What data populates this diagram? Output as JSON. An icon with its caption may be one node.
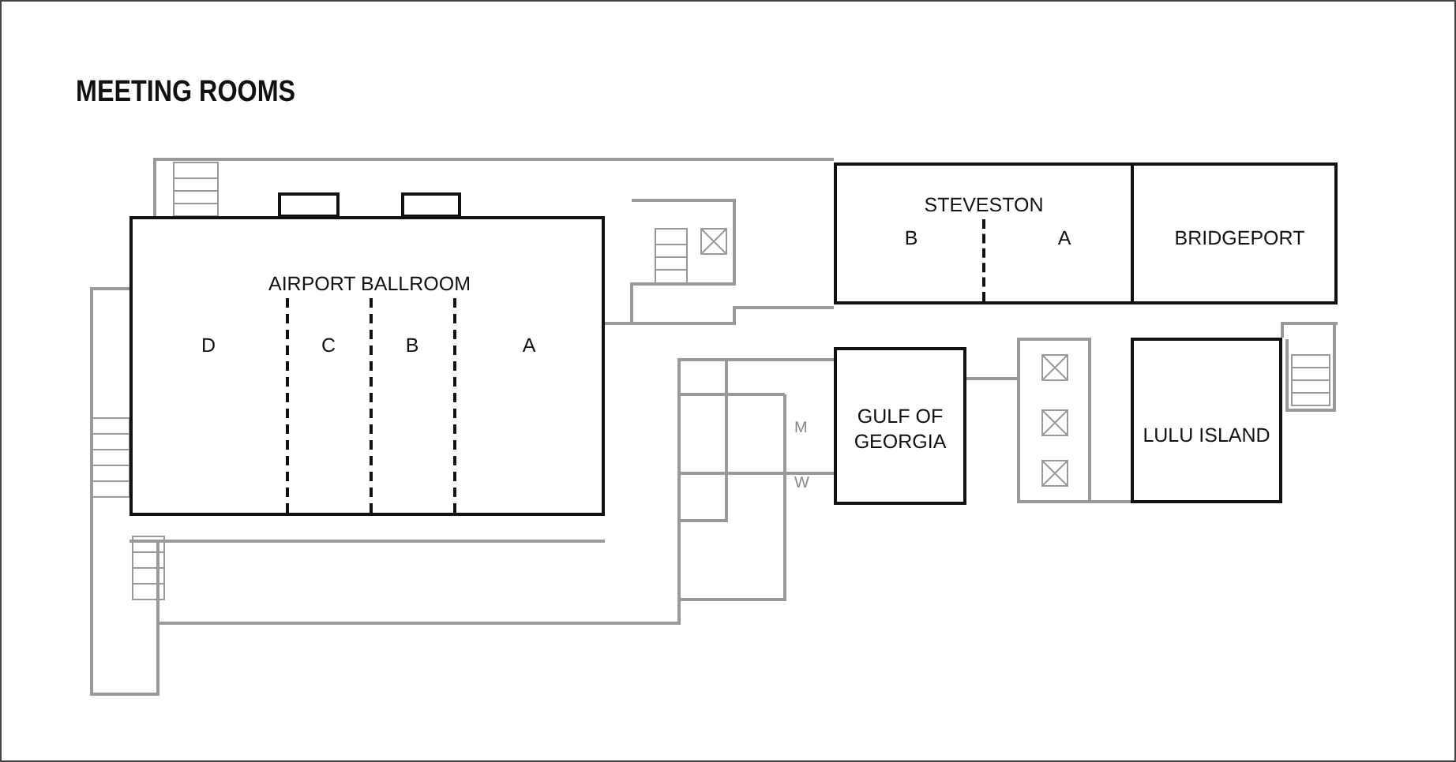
{
  "diagram": {
    "title": "MEETING ROOMS",
    "nodes": [
      {
        "text": [
          "AIRPORT BALLROOM"
        ]
      },
      {
        "text": [
          "D"
        ],
        "in": 0
      },
      {
        "text": [
          "C"
        ],
        "in": 0
      },
      {
        "text": [
          "B"
        ],
        "in": 0
      },
      {
        "text": [
          "A"
        ],
        "in": 0
      },
      {
        "text": [
          "STEVESTON"
        ]
      },
      {
        "text": [
          "B"
        ],
        "in": 5
      },
      {
        "text": [
          "A"
        ],
        "in": 5
      },
      {
        "text": [
          "BRIDGEPORT"
        ]
      },
      {
        "text": [
          "GULF OF GEORGIA"
        ]
      },
      {
        "text": [
          "LULU ISLAND"
        ]
      }
    ],
    "edges": [],
    "labels": [
      "M",
      "W"
    ]
  }
}
